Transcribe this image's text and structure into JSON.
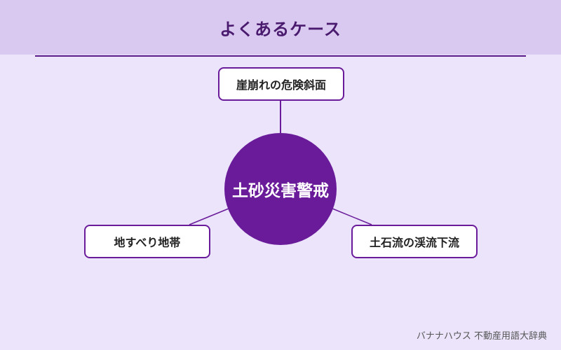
{
  "title": "よくあるケース",
  "center": {
    "label": "土砂災害警戒"
  },
  "nodes": {
    "top": "崖崩れの危険斜面",
    "left": "地すべり地帯",
    "right": "土石流の渓流下流"
  },
  "footer": "バナナハウス 不動産用語大辞典",
  "colors": {
    "header_bg": "#d9c9f0",
    "page_bg": "#ebe4fb",
    "accent": "#6a1b9a",
    "title": "#4a1a6e"
  }
}
